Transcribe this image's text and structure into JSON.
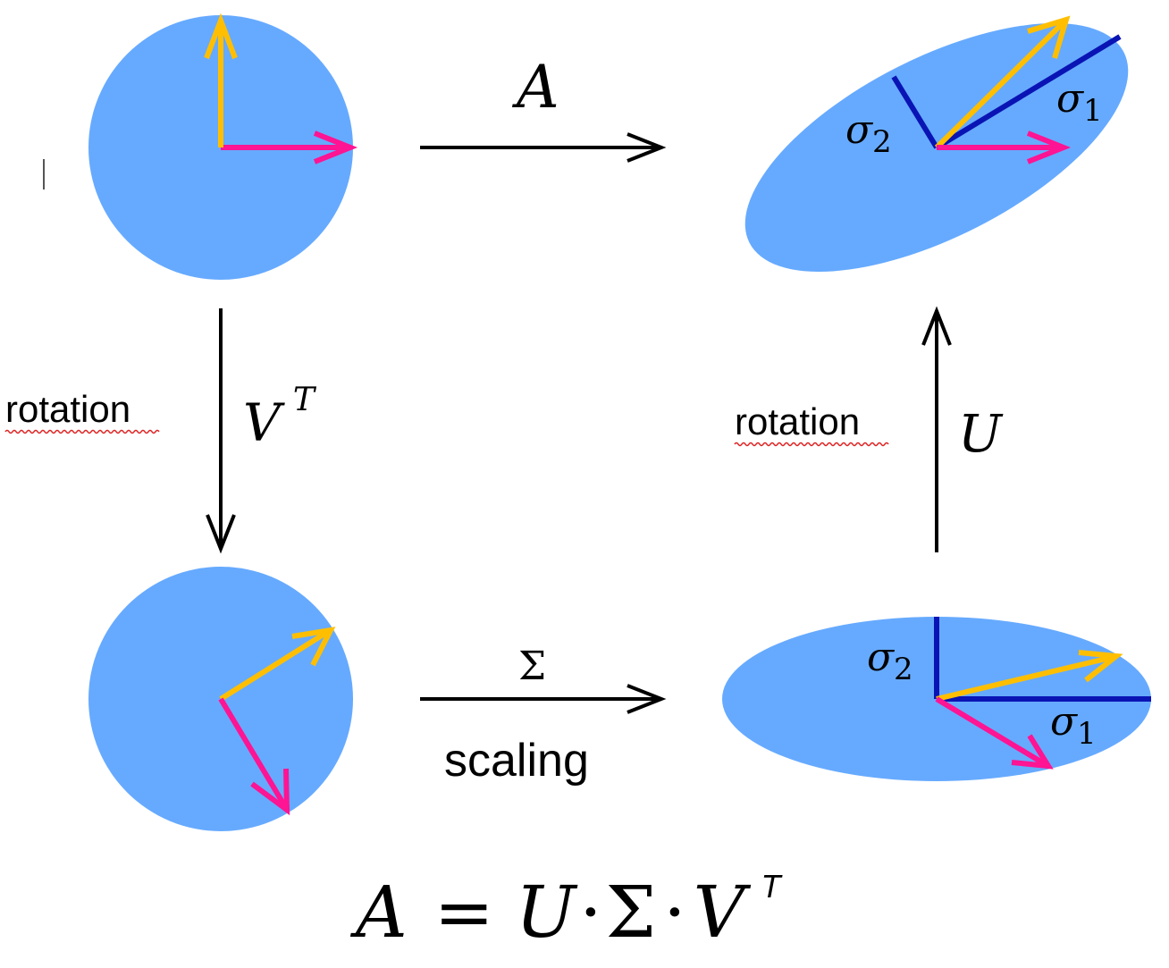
{
  "colors": {
    "disk": "#66aaff",
    "vector_yellow": "#ffbf00",
    "vector_magenta": "#ff1493",
    "singular_axis": "#0a14b4",
    "arrow": "#000000",
    "spellcheck_underline": "#dd2222"
  },
  "labels": {
    "top_arrow": "A",
    "left_text": "rotation",
    "left_symbol": "V",
    "left_symbol_sup": "T",
    "right_text": "rotation",
    "right_symbol": "U",
    "bottom_arrow_symbol": "Σ",
    "bottom_arrow_text": "scaling",
    "top_sigma1": "σ",
    "top_sigma1_sub": "1",
    "top_sigma2": "σ",
    "top_sigma2_sub": "2",
    "bottom_sigma1": "σ",
    "bottom_sigma1_sub": "1",
    "bottom_sigma2": "σ",
    "bottom_sigma2_sub": "2"
  },
  "equation": {
    "lhs": "A",
    "equals": "=",
    "u": "U",
    "dot1": "·",
    "sigma": "Σ",
    "dot2": "·",
    "v": "V",
    "sup": "T"
  }
}
